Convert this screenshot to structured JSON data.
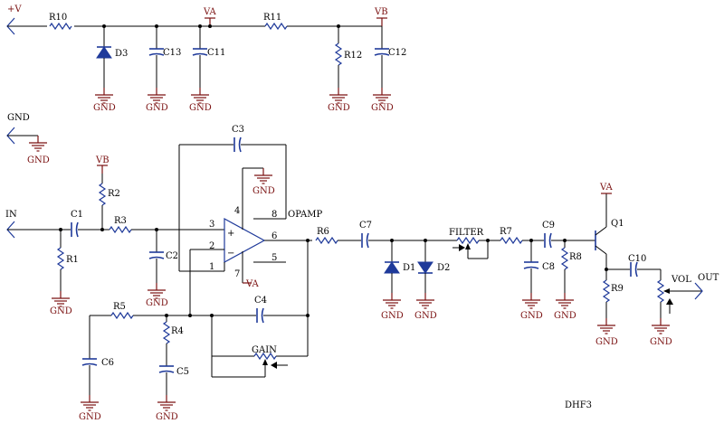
{
  "colors": {
    "wire": "#000000",
    "component": "#1f3a9a",
    "power": "#7a1010"
  },
  "ports": {
    "vin": "+V",
    "gnd": "GND",
    "in": "IN",
    "out": "OUT"
  },
  "rails": {
    "va": "VA",
    "vb": "VB"
  },
  "resistors": {
    "r1": "R1",
    "r2": "R2",
    "r3": "R3",
    "r4": "R4",
    "r5": "R5",
    "r6": "R6",
    "r7": "R7",
    "r8": "R8",
    "r9": "R9",
    "r10": "R10",
    "r11": "R11",
    "r12": "R12"
  },
  "capacitors": {
    "c1": "C1",
    "c2": "C2",
    "c3": "C3",
    "c4": "C4",
    "c5": "C5",
    "c6": "C6",
    "c7": "C7",
    "c8": "C8",
    "c9": "C9",
    "c10": "C10",
    "c11": "C11",
    "c12": "C12",
    "c13": "C13"
  },
  "diodes": {
    "d1": "D1",
    "d2": "D2",
    "d3": "D3"
  },
  "transistor": "Q1",
  "opamp": {
    "name": "OPAMP",
    "pins": [
      "1",
      "2",
      "3",
      "4",
      "5",
      "6",
      "7",
      "8"
    ],
    "plus": "+",
    "minus": "−"
  },
  "pots": {
    "filter": "FILTER",
    "gain": "GAIN",
    "vol": "VOL"
  },
  "gnd_label": "GND",
  "title": "DHF3",
  "icons": [
    "gnd-symbol",
    "port-arrow-icon",
    "wiper-arrow-icon",
    "diode-icon"
  ]
}
